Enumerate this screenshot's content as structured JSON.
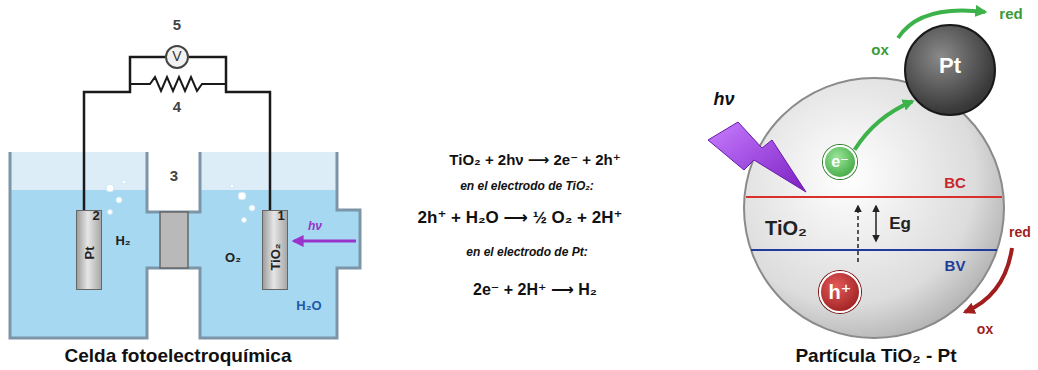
{
  "diagram": {
    "nodes": [
      {
        "text": [
          "Pt"
        ]
      },
      {
        "text": [
          "TiO₂"
        ]
      },
      {
        "text": [
          "V"
        ]
      },
      {
        "text": [
          "BC",
          "TiO₂",
          "Eg",
          "BV"
        ]
      },
      {
        "text": [
          "e⁻"
        ],
        "in": 3
      },
      {
        "text": [
          "h⁺"
        ],
        "in": 3
      },
      {
        "text": [
          "Pt"
        ]
      }
    ],
    "edges": [
      {
        "from": 0,
        "to": 2,
        "arrow": "none"
      },
      {
        "from": 2,
        "to": 1,
        "arrow": "none"
      },
      {
        "from": 4,
        "to": 6,
        "arrow": "to"
      }
    ],
    "labels": [
      "5",
      "4",
      "3",
      "2",
      "1",
      "H₂",
      "O₂",
      "H₂O",
      "hν",
      "TiO₂ + 2hν ⟶ 2e⁻ + 2h⁺",
      "en el electrodo de TiO₂:",
      "2h⁺ + H₂O ⟶ ½ O₂ + 2H⁺",
      "en el electrodo de Pt:",
      "2e⁻ + 2H⁺ ⟶ H₂",
      "Celda fotoelectroquímica",
      "hν",
      "ox",
      "red",
      "red",
      "ox",
      "Partícula TiO₂ - Pt"
    ]
  }
}
